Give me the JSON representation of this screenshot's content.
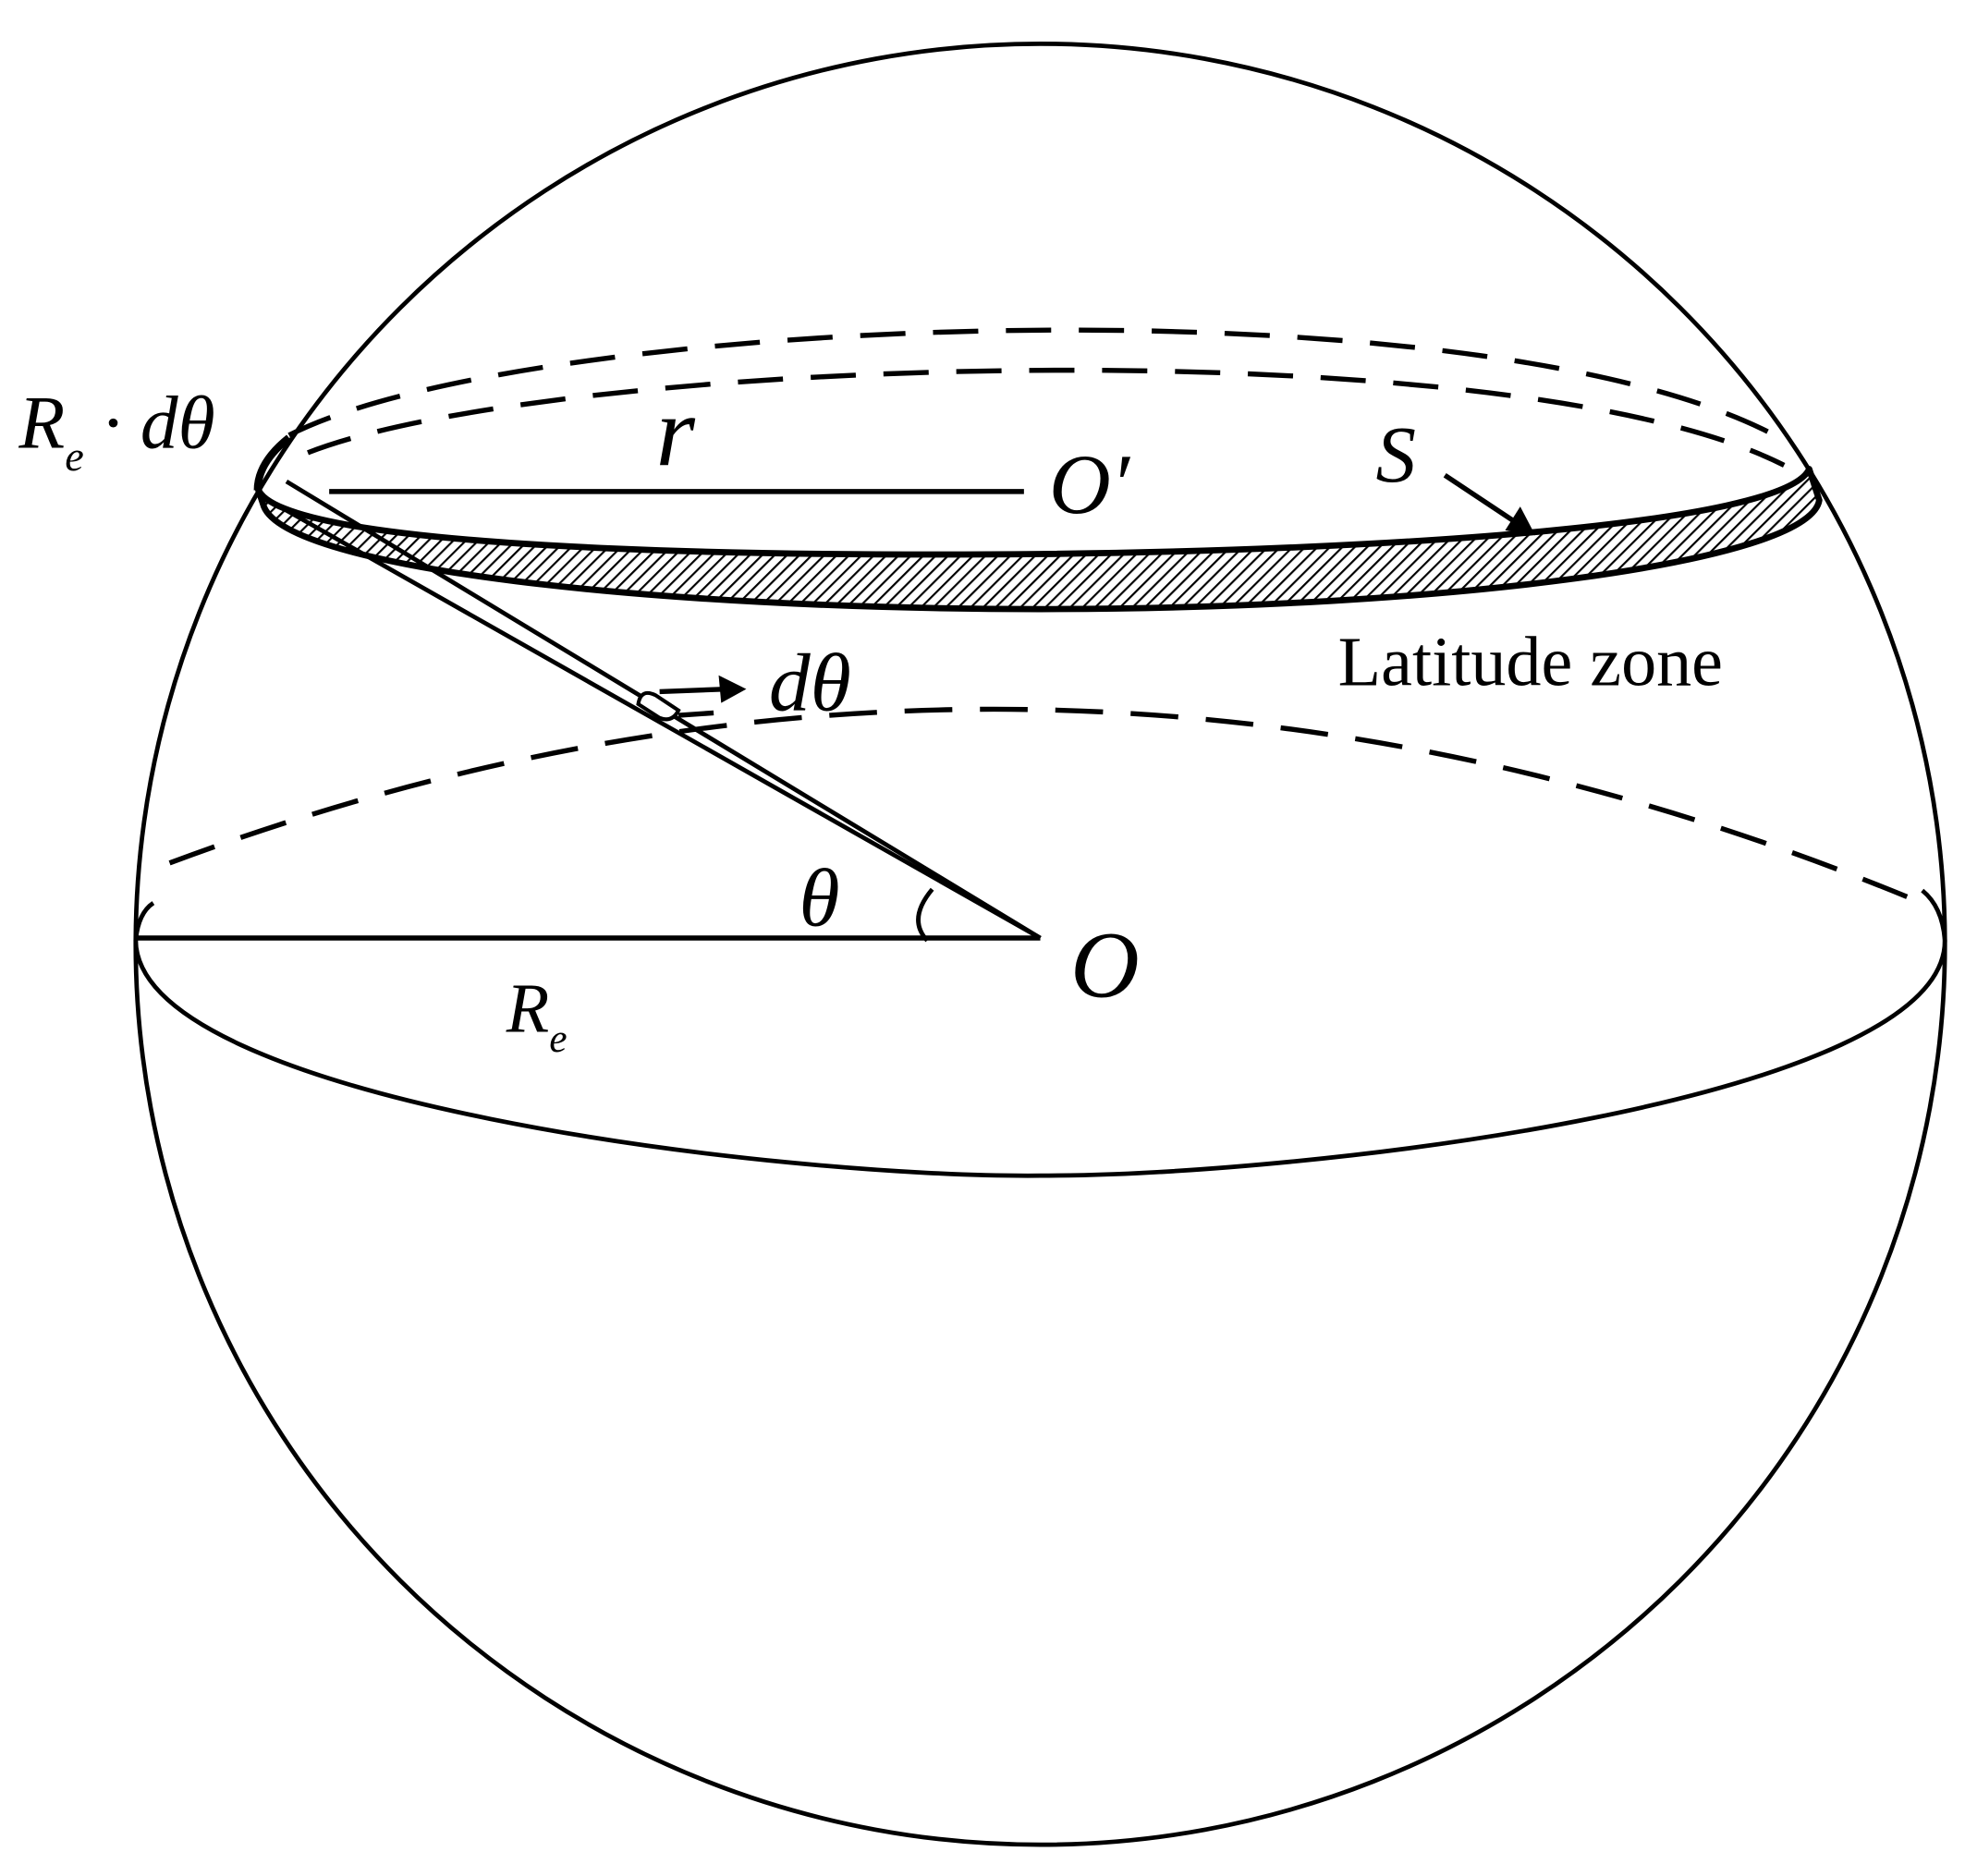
{
  "diagram": {
    "type": "sphere-latitude-zone",
    "colors": {
      "stroke": "#000000",
      "background": "#ffffff"
    },
    "labels": {
      "arc_length": {
        "main": "R",
        "sub": "e",
        "rest": " · dθ"
      },
      "small_radius": "r",
      "small_center": "O′",
      "zone_area": "S",
      "zone_caption": "Latitude zone",
      "d_theta": "dθ",
      "theta": "θ",
      "center": "O",
      "earth_radius": {
        "main": "R",
        "sub": "e"
      }
    }
  }
}
